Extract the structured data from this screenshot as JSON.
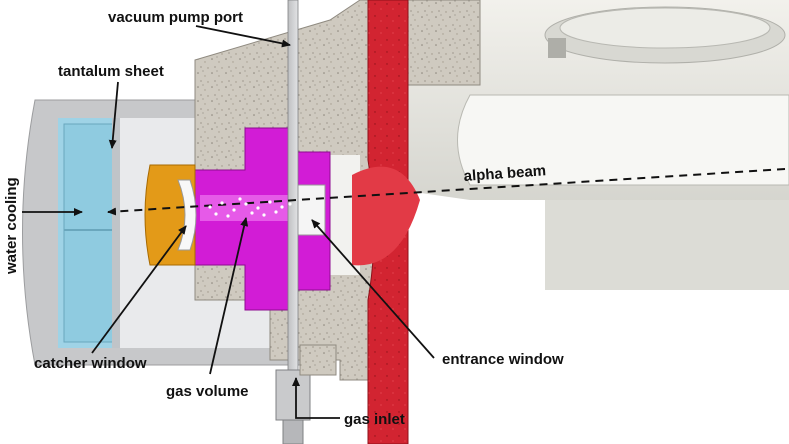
{
  "labels": {
    "vacuum_pump_port": "vacuum pump port",
    "tantalum_sheet": "tantalum sheet",
    "water_cooling": "water cooling",
    "alpha_beam": "alpha beam",
    "catcher_window": "catcher window",
    "gas_volume": "gas volume",
    "entrance_window": "entrance window",
    "gas_inlet": "gas inlet"
  },
  "colors": {
    "steel": "#d9d9d9",
    "concrete": "#cfcac0",
    "water": "#8fcbe0",
    "catcher": "#e39a18",
    "gas_chamber": "#d21cd6",
    "flange_red": "#d22431",
    "beamline": "#e6e6e1"
  },
  "icons": {
    "flow_arrow": "arrow-icon"
  }
}
